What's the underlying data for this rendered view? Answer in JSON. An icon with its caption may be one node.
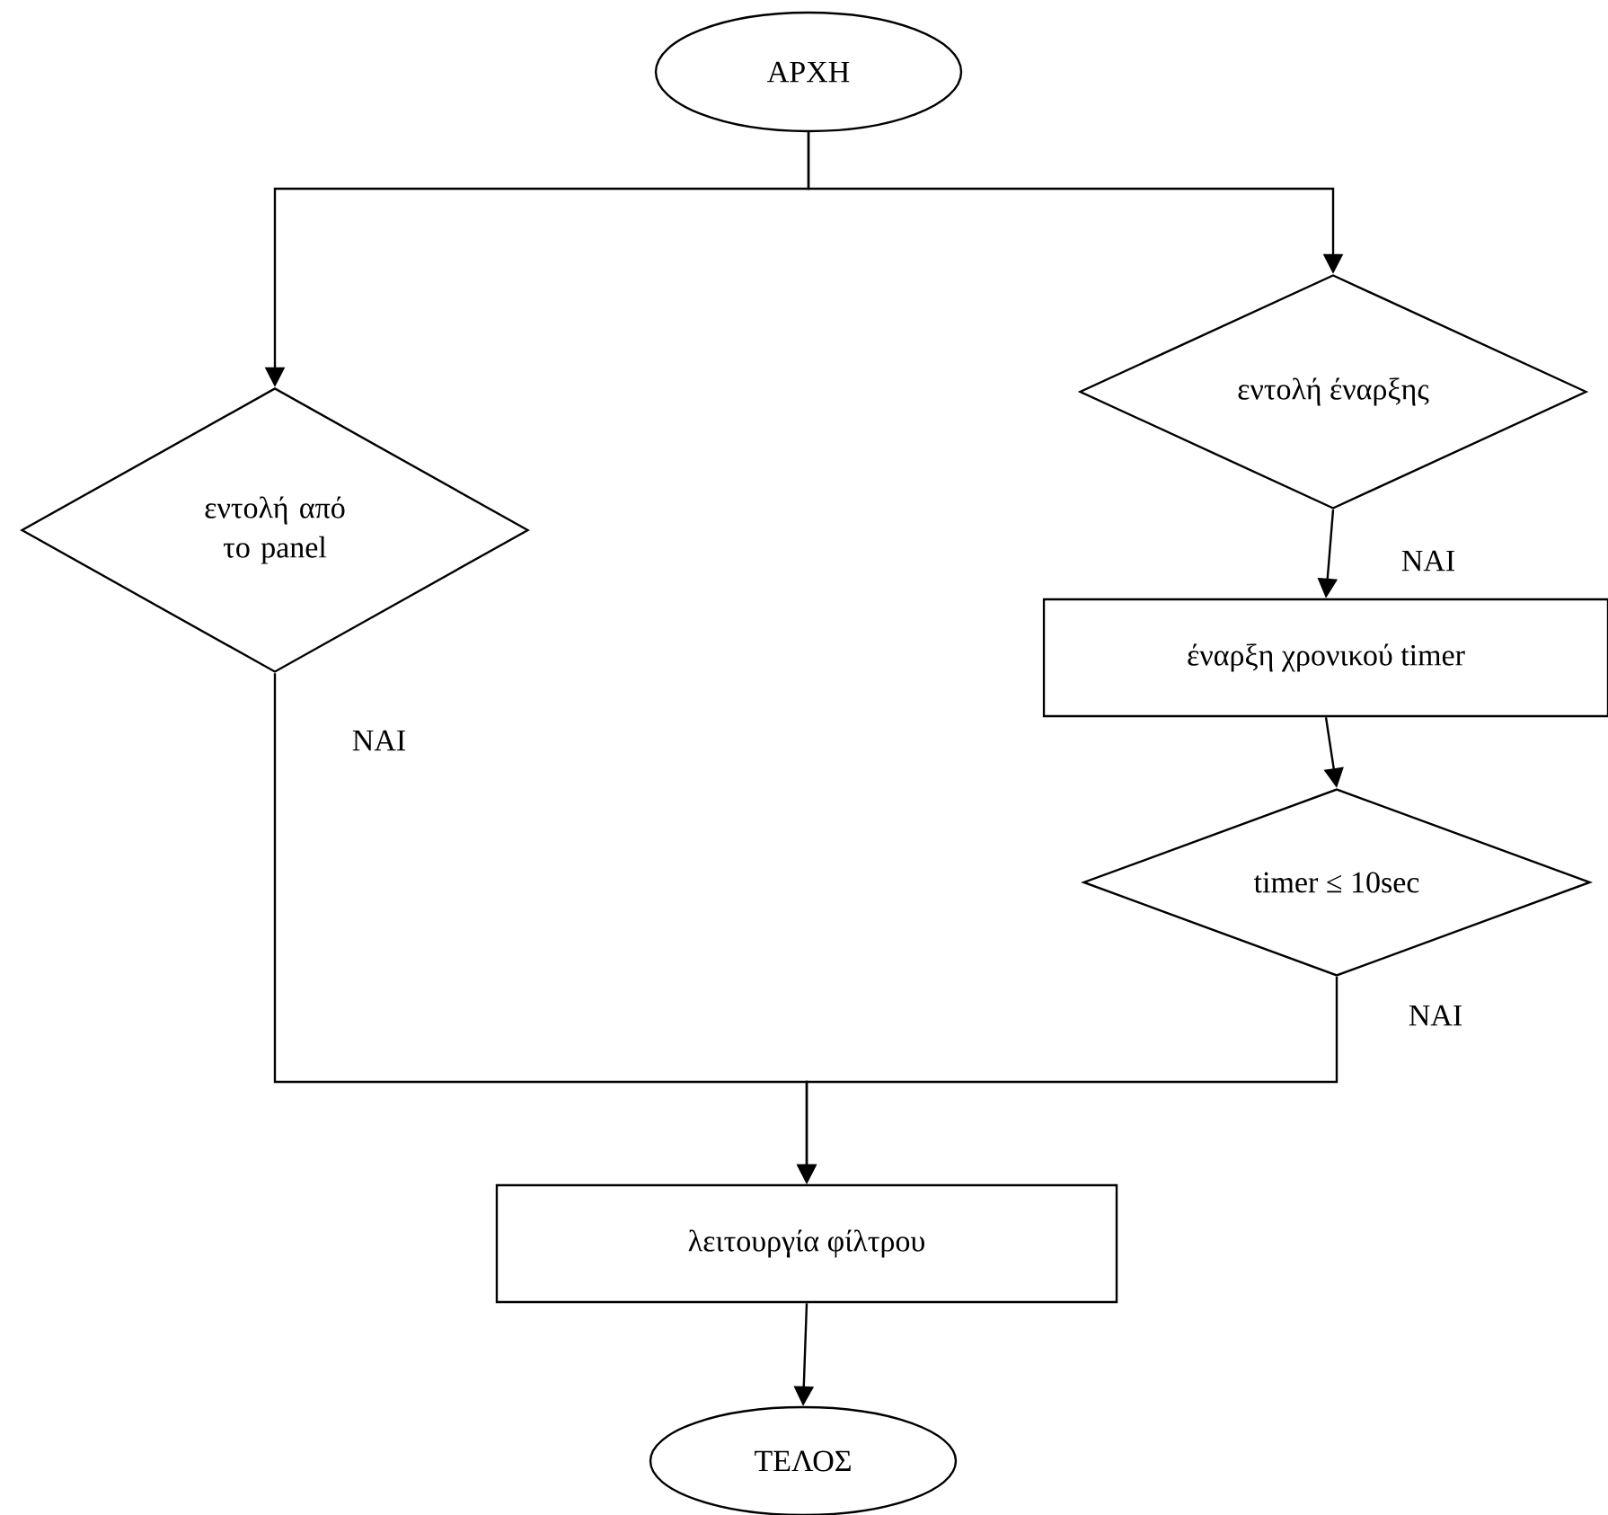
{
  "diagram": {
    "nodes": [
      {
        "text": [
          "ΑΡΧΗ"
        ]
      },
      {
        "text": [
          "εντολή από το panel"
        ]
      },
      {
        "text": [
          "εντολή έναρξης"
        ]
      },
      {
        "text": [
          "έναρξη χρονικού timer"
        ]
      },
      {
        "text": [
          "timer ≤ 10sec"
        ]
      },
      {
        "text": [
          "λειτουργία φίλτρου"
        ]
      },
      {
        "text": [
          "ΤΕΛΟΣ"
        ]
      }
    ],
    "edges": [
      {
        "from": 0,
        "to": 1,
        "arrow": "to"
      },
      {
        "from": 0,
        "to": 2,
        "arrow": "to"
      },
      {
        "from": 2,
        "to": 3,
        "arrow": "to",
        "label": "ΝΑΙ"
      },
      {
        "from": 3,
        "to": 4,
        "arrow": "to"
      },
      {
        "from": 1,
        "to": 5,
        "arrow": "to",
        "label": "ΝΑΙ"
      },
      {
        "from": 4,
        "to": 5,
        "arrow": "to",
        "label": "ΝΑΙ"
      },
      {
        "from": 5,
        "to": 6,
        "arrow": "to"
      }
    ]
  }
}
